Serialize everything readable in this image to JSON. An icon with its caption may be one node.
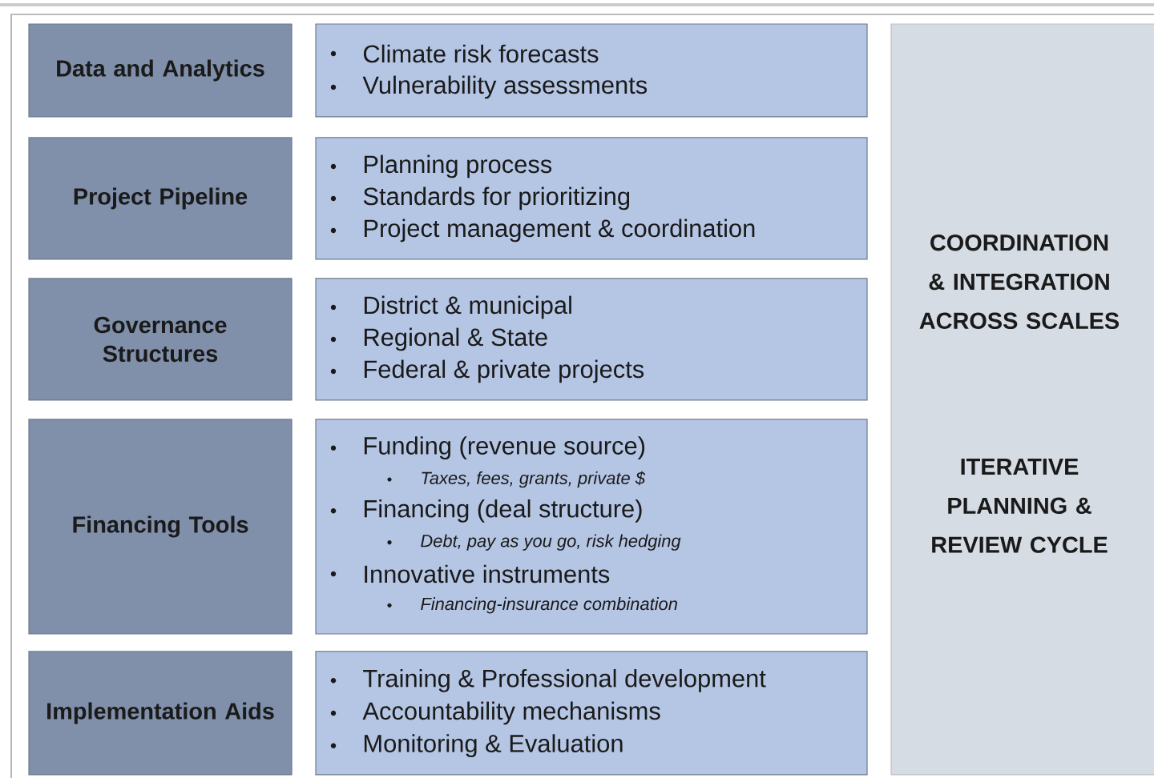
{
  "diagram": {
    "nodes": [
      {
        "text": [
          "Data and Analytics"
        ]
      },
      {
        "text": [
          "Climate risk forecasts",
          "Vulnerability assessments"
        ]
      },
      {
        "text": [
          "Project Pipeline"
        ]
      },
      {
        "text": [
          "Planning process",
          "Standards for prioritizing",
          "Project management & coordination"
        ]
      },
      {
        "text": [
          "Governance Structures"
        ]
      },
      {
        "text": [
          "District & municipal",
          "Regional & State",
          "Federal & private projects"
        ]
      },
      {
        "text": [
          "Financing Tools"
        ]
      },
      {
        "text": [
          "Funding (revenue source)",
          "Taxes, fees, grants, private $",
          "Financing (deal structure)",
          "Debt, pay as you go, risk hedging",
          "Innovative instruments",
          "Financing-insurance combination"
        ]
      },
      {
        "text": [
          "Implementation Aids"
        ]
      },
      {
        "text": [
          "Training & Professional development",
          "Accountability mechanisms",
          "Monitoring & Evaluation"
        ]
      },
      {
        "text": [
          "COORDINATION & INTEGRATION ACROSS SCALES",
          "ITERATIVE PLANNING & REVIEW CYCLE"
        ]
      }
    ]
  }
}
